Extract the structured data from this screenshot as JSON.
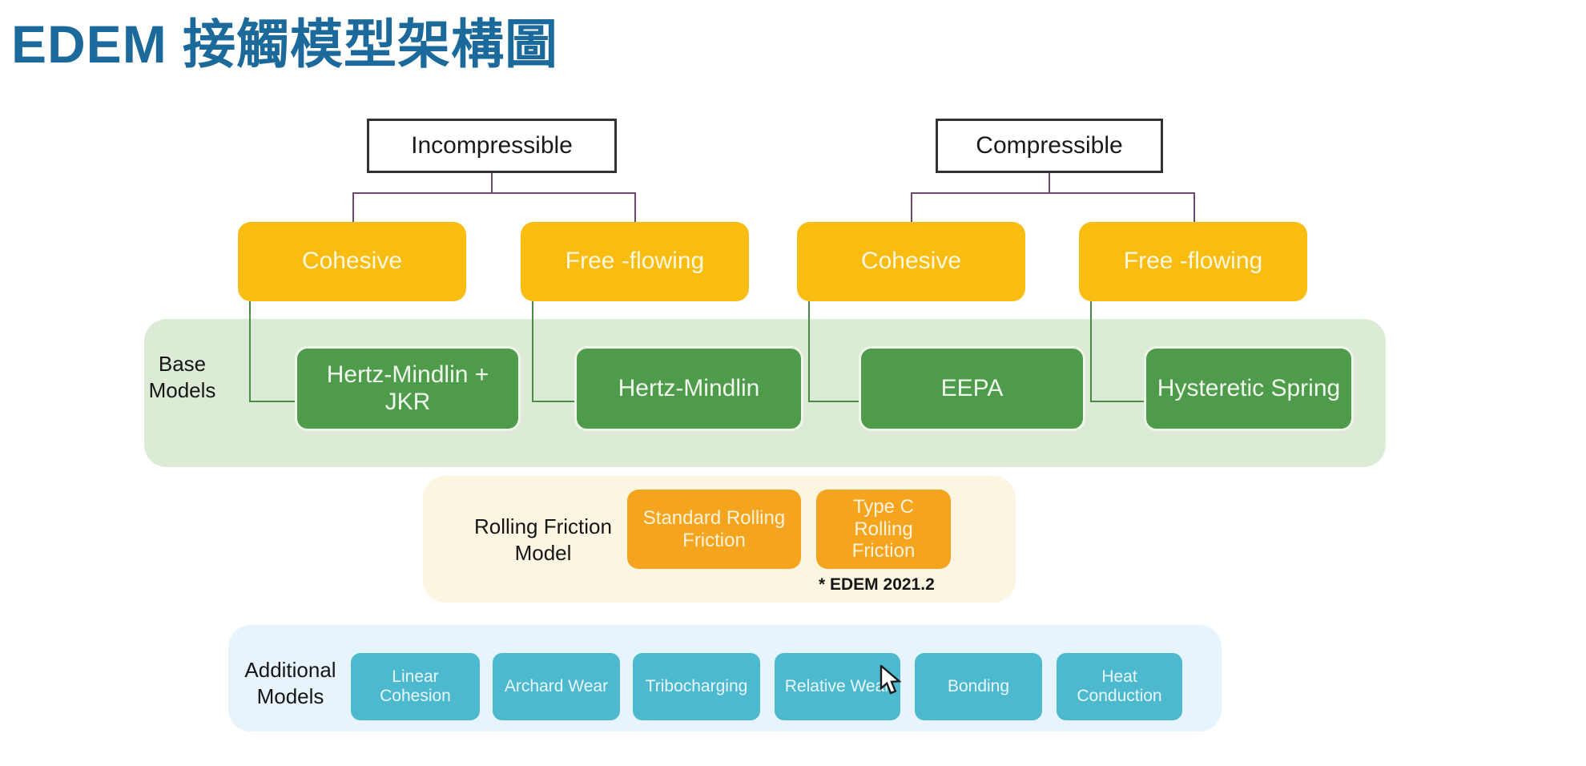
{
  "title": "EDEM 接觸模型架構圖",
  "roots": [
    {
      "label": "Incompressible"
    },
    {
      "label": "Compressible"
    }
  ],
  "flow_nodes": [
    {
      "label": "Cohesive"
    },
    {
      "label": "Free -flowing"
    },
    {
      "label": "Cohesive"
    },
    {
      "label": "Free -flowing"
    }
  ],
  "base_models": {
    "label_line1": "Base",
    "label_line2": "Models",
    "models": [
      {
        "label": "Hertz-Mindlin + JKR"
      },
      {
        "label": "Hertz-Mindlin"
      },
      {
        "label": "EEPA"
      },
      {
        "label": "Hysteretic Spring"
      }
    ]
  },
  "rolling_friction": {
    "label_line1": "Rolling Friction",
    "label_line2": "Model",
    "models": [
      {
        "label": "Standard Rolling Friction"
      },
      {
        "label": "Type C Rolling Friction"
      }
    ],
    "note": "* EDEM 2021.2"
  },
  "additional_models": {
    "label_line1": "Additional",
    "label_line2": "Models",
    "models": [
      {
        "label": "Linear Cohesion"
      },
      {
        "label": "Archard Wear"
      },
      {
        "label": "Tribocharging"
      },
      {
        "label": "Relative Wear"
      },
      {
        "label": "Bonding"
      },
      {
        "label": "Heat Conduction"
      }
    ]
  },
  "colors": {
    "title_blue": "#1b6a9b",
    "yellow_node": "#f9bc10",
    "green_node": "#4e9b4b",
    "green_band": "#dcebd6",
    "cream_band": "#fcf5e2",
    "orange_node": "#f4a41d",
    "blue_band": "#e7f4fb",
    "cyan_node": "#4cb9cf",
    "purple_connector": "#6b4a6e",
    "green_connector": "#4a8c45"
  }
}
